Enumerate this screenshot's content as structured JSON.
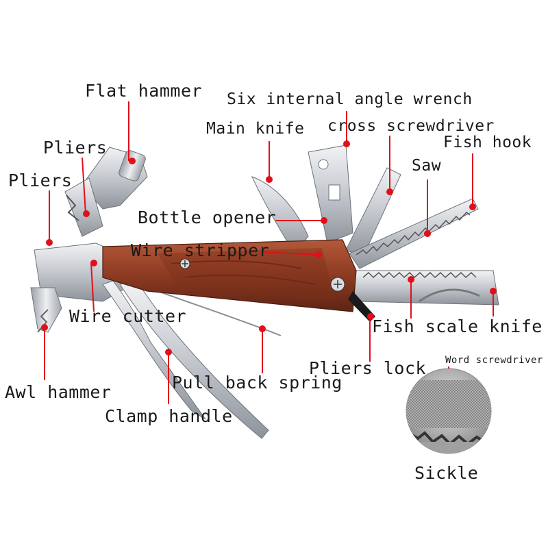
{
  "labels": {
    "flat_hammer": "Flat hammer",
    "pliers_upper": "Pliers",
    "pliers_lower": "Pliers",
    "six_internal_angle_wrench": "Six internal angle wrench",
    "main_knife": "Main knife",
    "cross_screwdriver": "cross screwdriver",
    "fish_hook": "Fish hook",
    "saw": "Saw",
    "bottle_opener": "Bottle opener",
    "wire_stripper": "Wire stripper",
    "wire_cutter": "Wire cutter",
    "fish_scale_knife": "Fish scale knife",
    "word_screwdriver": "Word screwdriver",
    "pliers_lock": "Pliers lock",
    "awl_hammer": "Awl hammer",
    "pull_back_spring": "Pull back spring",
    "clamp_handle": "Clamp handle",
    "sickle": "Sickle"
  },
  "colors": {
    "callout": "#e0101a",
    "label_text": "#1a1a1a",
    "wood": "#8a3a22",
    "steel": "#c9ccd1"
  }
}
